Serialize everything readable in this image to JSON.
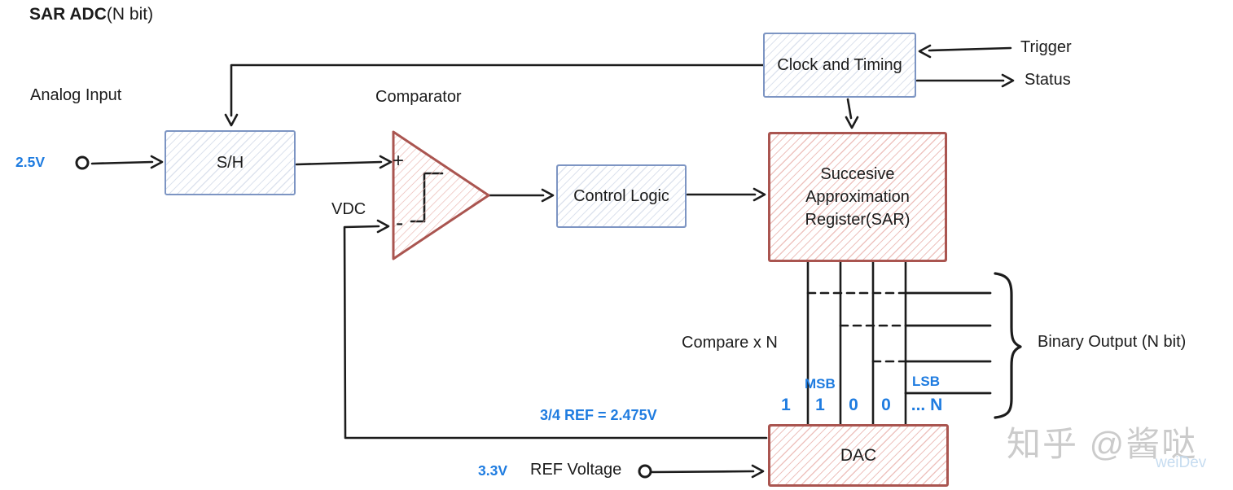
{
  "title": {
    "main": "SAR ADC",
    "suffix": "(N bit)"
  },
  "labels": {
    "analog_input": "Analog Input",
    "analog_value": "2.5V",
    "comparator": "Comparator",
    "plus": "+",
    "minus": "-",
    "vdc": "VDC",
    "trigger": "Trigger",
    "status": "Status",
    "compare_xn": "Compare x N",
    "msb": "MSB",
    "lsb": "LSB",
    "binary_output": "Binary Output (N bit)",
    "feedback_value": "3/4 REF = 2.475V",
    "ref_value": "3.3V",
    "ref_label": "REF Voltage"
  },
  "blocks": {
    "sample_hold": "S/H",
    "control_logic": "Control Logic",
    "clock_timing": "Clock and Timing",
    "sar_lines": [
      "Succesive",
      "Approximation",
      "Register(SAR)"
    ],
    "dac": "DAC"
  },
  "bits": [
    "1",
    "1",
    "0",
    "0",
    "... N"
  ],
  "watermark": {
    "brand": "知乎 @酱哒",
    "author": "weiDev"
  },
  "colors": {
    "blue_text": "#1f7ce0",
    "box_blue_stroke": "#7d95c3",
    "box_red_stroke": "#aa5550",
    "wire": "#1c1c1c",
    "watermark_gray": "#cbcbcb",
    "watermark_blue": "#c6dcf0"
  }
}
